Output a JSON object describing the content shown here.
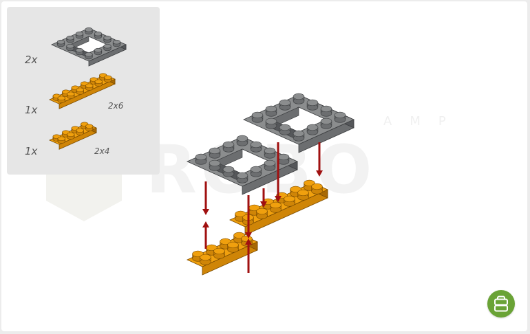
{
  "parts_list": {
    "items": [
      {
        "qty": "2x",
        "color": "gray",
        "dims": ""
      },
      {
        "qty": "1x",
        "color": "orange",
        "dims": "2x6"
      },
      {
        "qty": "1x",
        "color": "orange",
        "dims": "2x4"
      }
    ]
  },
  "watermark": {
    "top_text": "AMP",
    "logo_text": "ROBO"
  },
  "colors": {
    "gray_top": "#8b8d8e",
    "gray_left": "#6c6e70",
    "gray_right": "#55575a",
    "orange_top": "#f0a00e",
    "orange_left": "#cf8507",
    "orange_right": "#a86904",
    "arrow": "#a01010",
    "panel": "#e6e6e6",
    "button": "#6aa336"
  },
  "help_button": {
    "icon": "briefcase-icon"
  }
}
